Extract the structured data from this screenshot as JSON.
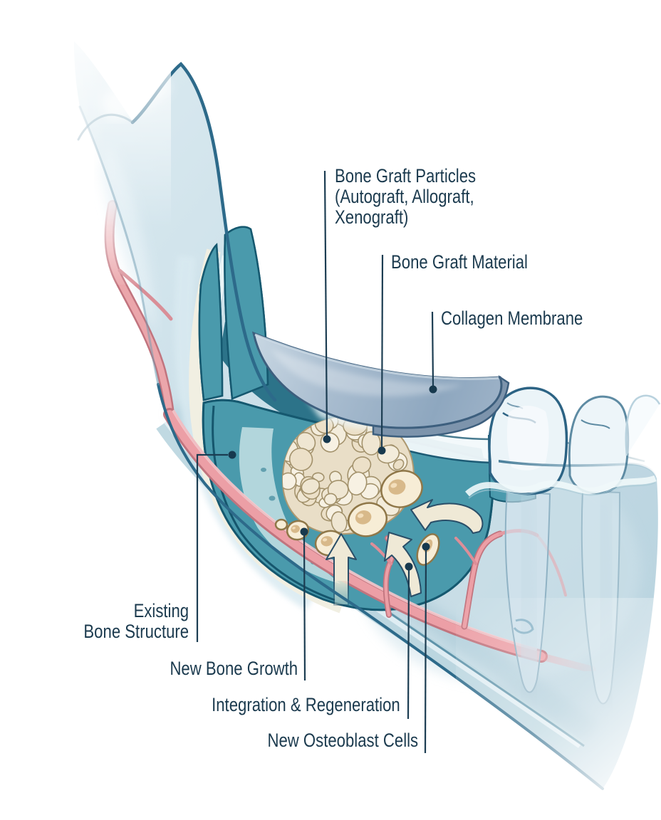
{
  "figure": {
    "kind": "medical-illustration",
    "subject": "mandible cross-section with dental bone graft"
  },
  "annotations": {
    "graft_particles": {
      "lines": [
        "Bone Graft Particles",
        "(Autograft, Allograft,",
        "Xenograft)"
      ]
    },
    "graft_material": {
      "text": "Bone Graft Material"
    },
    "collagen_membrane:": "",
    "collagen_membrane": {
      "text": "Collagen Membrane"
    },
    "existing_bone": {
      "lines": [
        "Existing",
        "Bone Structure"
      ]
    },
    "new_bone_growth": {
      "text": "New Bone Growth"
    },
    "integration": {
      "text": "Integration & Regeneration"
    },
    "osteoblasts": {
      "text": "New Osteoblast Cells"
    }
  },
  "colors": {
    "label_text": "#1b3a4e",
    "leader_line": "#1c3d52",
    "jaw_blue": "#c6dce6",
    "jaw_outline": "#2d6a8a",
    "spongy_teal": "#4a9aac",
    "spongy_dark_blobs": "#1b6a82",
    "graft_cream": "#f2ead8",
    "osteoblast_cream": "#f7edd6",
    "nucleus_tan": "#d8b98a",
    "membrane_slate": "#94abc1",
    "vessel_pink": "#ec9fa6",
    "arrow_ivory": "#efe9d6",
    "tooth_white": "#ebf4f8"
  }
}
